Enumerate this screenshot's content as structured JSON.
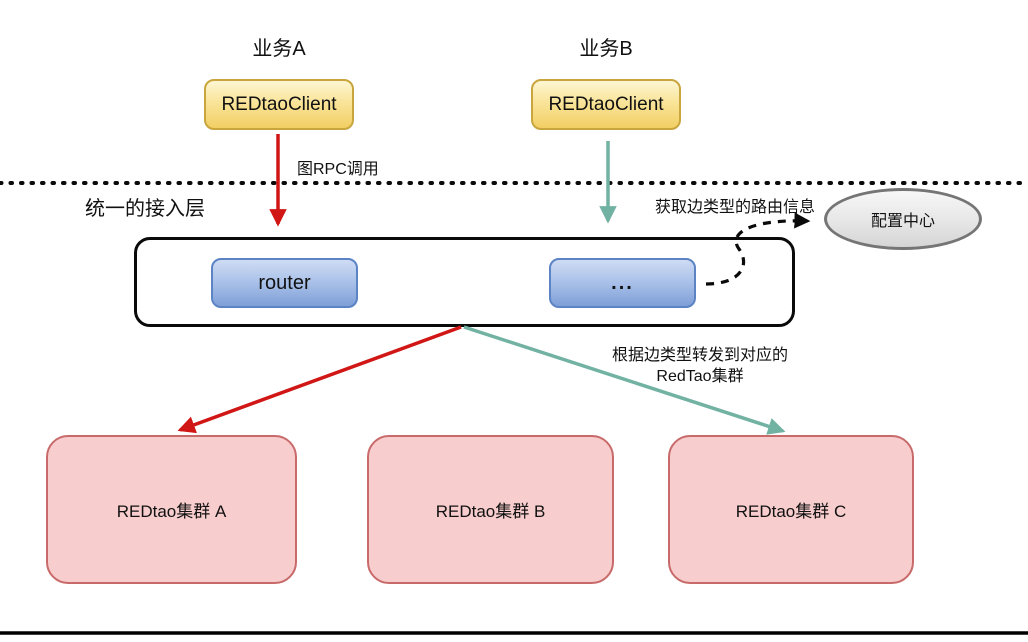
{
  "diagram": {
    "businesses": [
      {
        "label": "业务A",
        "client": "REDtaoClient"
      },
      {
        "label": "业务B",
        "client": "REDtaoClient"
      }
    ],
    "annotations": {
      "rpc_call": "图RPC调用",
      "access_layer": "统一的接入层",
      "route_info": "获取边类型的路由信息",
      "forward_line1": "根据边类型转发到对应的",
      "forward_line2": "RedTao集群"
    },
    "access_layer_nodes": {
      "router": "router",
      "more": "..."
    },
    "config_center": {
      "label": "配置中心"
    },
    "clusters": [
      {
        "label": "REDtao集群 A"
      },
      {
        "label": "REDtao集群 B"
      },
      {
        "label": "REDtao集群 C"
      }
    ],
    "colors": {
      "red_arrow": "#d11616",
      "teal_arrow": "#72b2a2",
      "client_fill_top": "#fdf6d2",
      "client_fill_bottom": "#f2cf63",
      "client_border": "#c9a53e",
      "router_fill_top": "#cfdcf4",
      "router_fill_bottom": "#7f9fd8",
      "router_border": "#5c83c4",
      "cluster_fill": "#f7cdcd",
      "cluster_border": "#c96a6a",
      "config_fill": "#e6e6e6",
      "config_border": "#757575",
      "line_black": "#0a0a0a"
    }
  }
}
